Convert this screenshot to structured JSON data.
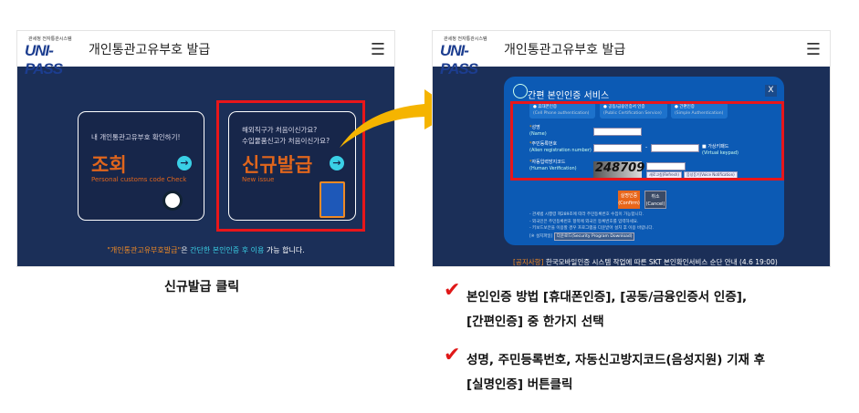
{
  "left_screen": {
    "logo_small": "관세청 전자통관시스템",
    "logo": "UNI-PASS",
    "title": "개인통관고유부호 발급",
    "menu_icon": "hamburger-icon",
    "card_check": {
      "question": "내 개인통관고유부호 확인하기!",
      "title": "조회",
      "subtitle": "Personal customs code Check"
    },
    "card_new": {
      "question1": "해외직구가 처음이신가요?",
      "question2": "수입물품신고가 처음이신가요?",
      "title": "신규발급",
      "subtitle": "New issue"
    },
    "footer": {
      "part1": "\"개인통관고유부호발급\"",
      "part2": "은 ",
      "part3": "간단한 본인인증 후 이용",
      "part4": " 가능 합니다."
    }
  },
  "left_caption": "신규발급  클릭",
  "right_screen": {
    "logo_small": "관세청 전자통관시스템",
    "logo": "UNI-PASS",
    "title": "개인통관고유부호 발급",
    "modal": {
      "title": "간편 본인인증 서비스",
      "close": "X",
      "options": [
        {
          "ko": "휴대폰인증",
          "en": "(Cell Phone authentication)"
        },
        {
          "ko": "공동/금융인증서 인증",
          "en": "(Public Certification Service)"
        },
        {
          "ko": "간편인증",
          "en": "(Simple Authentication)"
        }
      ],
      "name_label": "성명",
      "name_en": "(Name)",
      "id_label": "주민등록번호",
      "id_en": "(Alien registration number)",
      "dash": "-",
      "keypad_label": "가상키패드",
      "keypad_en": "(Virtual keypad)",
      "captcha_label": "자동입력방지코드",
      "captcha_en": "(Human Verification)",
      "captcha_value": "248709",
      "refresh": "새로고침(Refresh)",
      "voice": "음성듣기(Voice Notification)",
      "confirm": "실명인증",
      "confirm_en": "(Confirm)",
      "cancel": "취소",
      "cancel_en": "(Cancel)",
      "notes": [
        "- 관세법 시행령 제289조에 따라 주민등록번호 수집이 가능합니다.",
        "- 외국인은 주민등록번호 항목에 외국인 등록번호를 입력하세요.",
        "- 키보드보안을 이용할 경우 프로그램을 다운받아 설치 후 이용 바랍니다."
      ],
      "install_label": "[※ 설치파일]",
      "download": "다운로드(Security Program Download)"
    },
    "notice_tag": "[공지사항]",
    "notice": " 한국모바일인증 시스템 작업에 따른 SKT 본인확인서비스 순단 안내 (4.6 19:00)"
  },
  "instructions": [
    {
      "line1": "본인인증 방법 [휴대폰인증], [공동/금융인증서 인증],",
      "line2": "[간편인증] 중 한가지 선택"
    },
    {
      "line1": "성명, 주민등록번호, 자동신고방지코드(음성지원) 기재 후",
      "line2": "[실명인증] 버튼클릭"
    }
  ],
  "colors": {
    "navy": "#1b2f58",
    "accent_orange": "#e0651c",
    "highlight_red": "#e8161a",
    "modal_blue": "#0c5ab4",
    "arrow_yellow": "#f5b400"
  }
}
